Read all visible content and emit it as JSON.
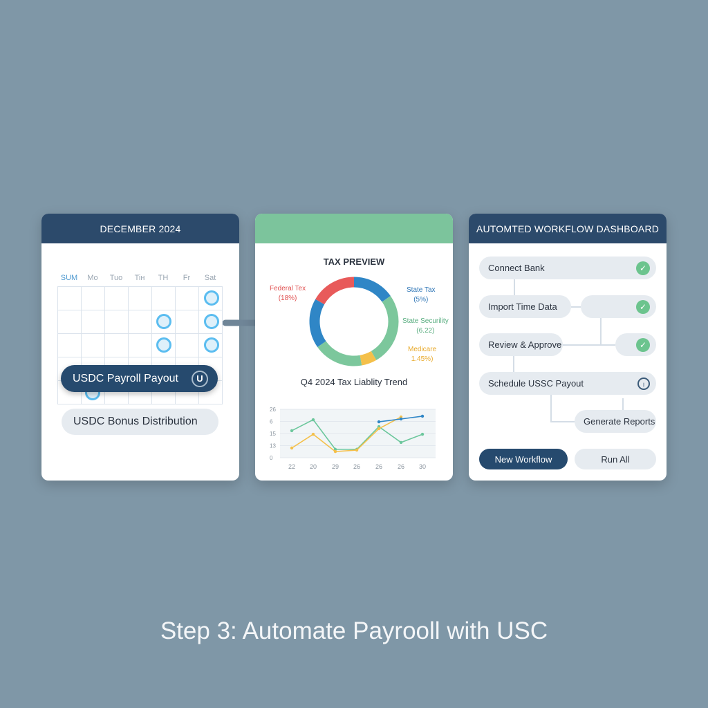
{
  "calendar": {
    "title": "DECEMBER 2024",
    "days": [
      "SUM",
      "Mo",
      "Tuo",
      "Tiн",
      "TH",
      "Fr",
      "Sat"
    ],
    "payroll_label": "USDC Payroll Payout",
    "payroll_icon": "usdc-coin-icon",
    "bonus_label": "USDC Bonus Distribution"
  },
  "tax": {
    "title": "TAX PREVIEW",
    "slices": [
      {
        "label": "Federal Tex",
        "value_label": "(18%)",
        "color": "#e85a5a"
      },
      {
        "label": "State Tax",
        "value_label": "(5%)",
        "color": "#2f86c6"
      },
      {
        "label": "State Securility",
        "value_label": "(6.22)",
        "color": "#7cc79c"
      },
      {
        "label": "Medicare",
        "value_label": "1.45%)",
        "color": "#f4c04a"
      }
    ],
    "trend_title": "Q4 2024 Tax Liablity Trend"
  },
  "chart_data": {
    "type": "line",
    "title": "Q4 2024 Tax Liablity Trend",
    "x_tick_labels": [
      "22",
      "20",
      "29",
      "26",
      "26",
      "26",
      "30"
    ],
    "y_tick_labels": [
      "26",
      "6",
      "15",
      "13",
      "0"
    ],
    "ylim": [
      0,
      26
    ],
    "grid": true,
    "series": [
      {
        "color": "#6cc79c",
        "values": [
          14.5,
          20.4,
          4.5,
          4.5,
          16.7,
          8.2,
          12.6
        ]
      },
      {
        "color": "#f4c04a",
        "values": [
          5.2,
          12.6,
          3.3,
          4.1,
          15.6,
          21.9,
          null
        ]
      },
      {
        "color": "#2f86c6",
        "values": [
          null,
          null,
          null,
          null,
          19.3,
          20.8,
          22.3
        ]
      }
    ]
  },
  "workflow": {
    "title": "AUTOMTED WORKFLOW DASHBOARD",
    "steps": [
      "Connect Bank",
      "Import Time Data",
      "Review & Approve",
      "Schedule USSC Payout",
      "Generate Reports"
    ],
    "new_label": "New Workflow",
    "run_label": "Run All"
  },
  "caption": "Step 3: Automate Payrooll with USC"
}
